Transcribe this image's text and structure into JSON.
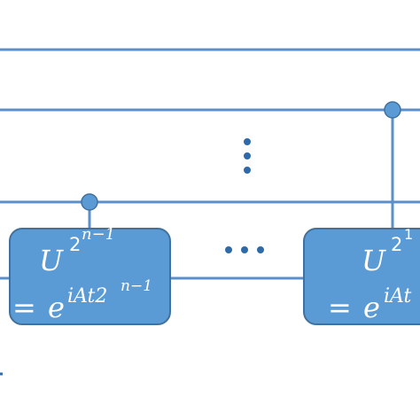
{
  "colors": {
    "wire": "#5b8fc9",
    "gate_fill": "#5b9bd5",
    "gate_stroke": "#41719c",
    "dots": "#2e6aa8",
    "text": "#ffffff"
  },
  "gates": [
    {
      "label_base": "U",
      "label_exp": "2",
      "label_exp2": "n−1",
      "eq_prefix": "= ",
      "eq_e": "e",
      "eq_exp": "iAt2",
      "eq_exp2": "n−1"
    },
    {
      "label_base": "U",
      "label_exp": "2",
      "label_exp2": "1",
      "eq_prefix": "= ",
      "eq_e": "e",
      "eq_exp": "iAt",
      "eq_exp2": ""
    }
  ],
  "ellipsis_vertical": "⋮",
  "ellipsis_horizontal": "…"
}
